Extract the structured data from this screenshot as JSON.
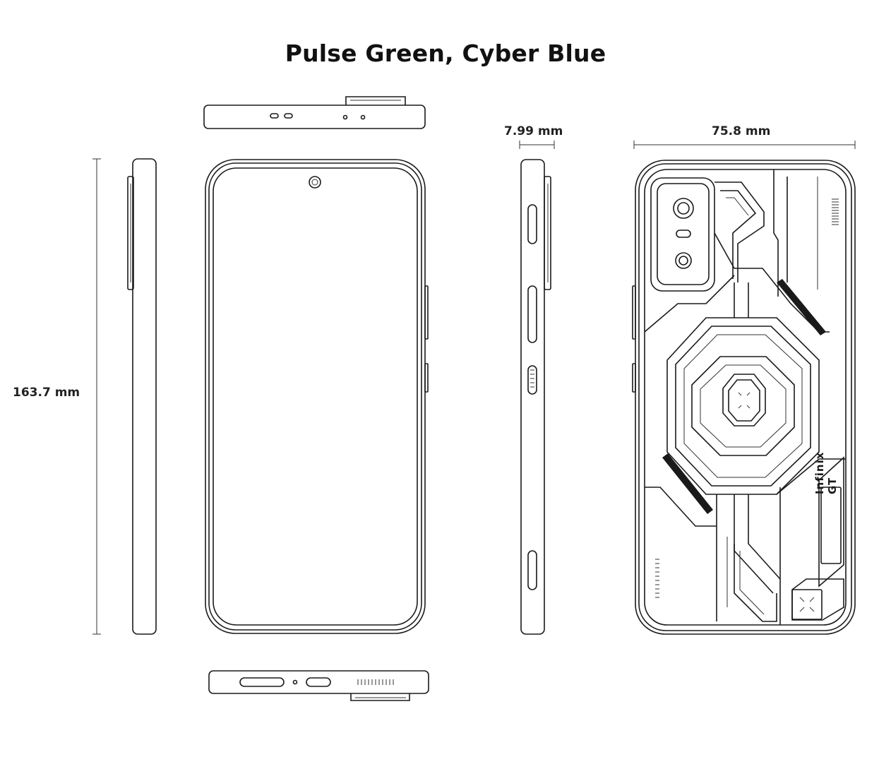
{
  "title": "Pulse Green, Cyber Blue",
  "dimensions": {
    "height": "163.7 mm",
    "thickness": "7.99 mm",
    "width": "75.8 mm"
  },
  "back_logo": "Infinix GT"
}
